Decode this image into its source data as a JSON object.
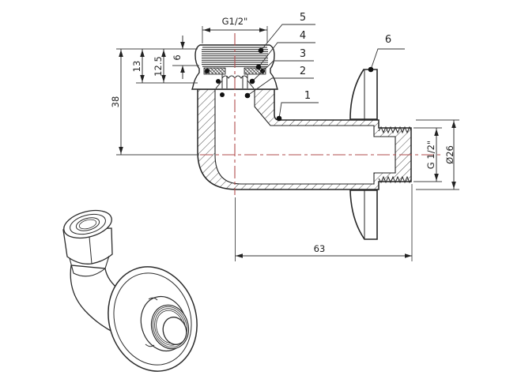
{
  "colors": {
    "line": "#262626",
    "thin": "#3a3a3a",
    "centerline": "#b24d4d",
    "background": "#ffffff"
  },
  "section": {
    "dims": {
      "top_thread": "G1/2\"",
      "thread_depth": "6",
      "nut_inner": "12.5",
      "nut_total": "13",
      "inlet_height": "38",
      "length": "63",
      "outlet_thread": "G 1/2\"",
      "outlet_diameter": "Ø26"
    },
    "callouts": {
      "c1": "1",
      "c2": "2",
      "c3": "3",
      "c4": "4",
      "c5": "5",
      "c6": "6"
    }
  }
}
